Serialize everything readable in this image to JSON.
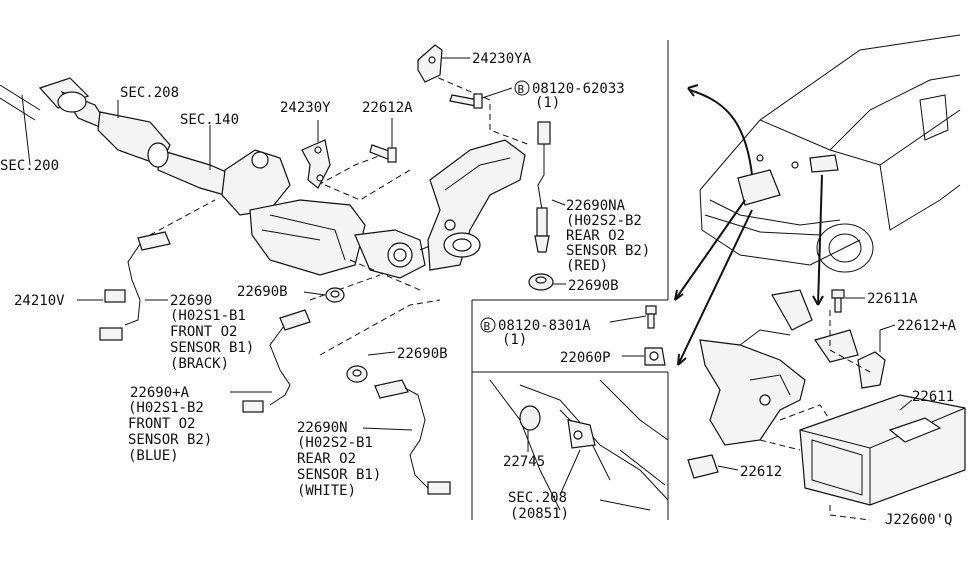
{
  "labels": {
    "sec200": "SEC.200",
    "sec208": "SEC.208",
    "sec140": "SEC.140",
    "p24230y": "24230Y",
    "p22612a": "22612A",
    "p24230ya": "24230YA",
    "bolt_b1": "08120-62033",
    "bolt_b1_qty": "(1)",
    "b_mark": "B",
    "p22690na": "22690NA",
    "p22690na_l1": "(H02S2-B2",
    "p22690na_l2": "REAR O2",
    "p22690na_l3": "SENSOR B2)",
    "p22690na_l4": "(RED)",
    "p22690b_top": "22690B",
    "p24210v": "24210V",
    "p22690": "22690",
    "p22690_l1": "(H02S1-B1",
    "p22690_l2": "FRONT O2",
    "p22690_l3": "SENSOR B1)",
    "p22690_l4": "(BRACK)",
    "p22690b_mid": "22690B",
    "p22690b_low": "22690B",
    "p22690pa": "22690+A",
    "p22690pa_l1": "(H02S1-B2",
    "p22690pa_l2": "FRONT O2",
    "p22690pa_l3": "SENSOR B2)",
    "p22690pa_l4": "(BLUE)",
    "p22690n": "22690N",
    "p22690n_l1": "(H02S2-B1",
    "p22690n_l2": "REAR O2",
    "p22690n_l3": "SENSOR B1)",
    "p22690n_l4": "(WHITE)",
    "bolt_b2": "08120-8301A",
    "bolt_b2_qty": "(1)",
    "p22060p": "22060P",
    "p22745": "22745",
    "sec208_inset": "SEC.208",
    "sec208_inset_ref": "(20851)",
    "p22611a": "22611A",
    "p22612pa": "22612+A",
    "p22611": "22611",
    "p22612": "22612",
    "diagram_ref": "J22600'Q"
  }
}
